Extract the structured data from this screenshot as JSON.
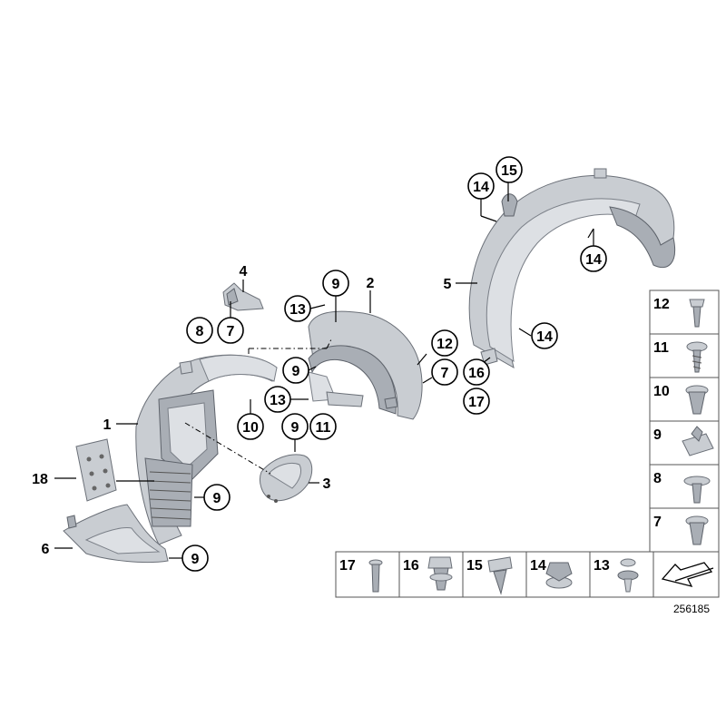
{
  "diagram": {
    "reference_number": "256185",
    "callouts": [
      {
        "id": "c15",
        "label": "15"
      },
      {
        "id": "c14a",
        "label": "14"
      },
      {
        "id": "c14b",
        "label": "14"
      },
      {
        "id": "c14c",
        "label": "14"
      },
      {
        "id": "c9a",
        "label": "9"
      },
      {
        "id": "c13a",
        "label": "13"
      },
      {
        "id": "c8",
        "label": "8"
      },
      {
        "id": "c7a",
        "label": "7"
      },
      {
        "id": "c12",
        "label": "12"
      },
      {
        "id": "c9b",
        "label": "9"
      },
      {
        "id": "c7b",
        "label": "7"
      },
      {
        "id": "c16",
        "label": "16"
      },
      {
        "id": "c13b",
        "label": "13"
      },
      {
        "id": "c17",
        "label": "17"
      },
      {
        "id": "c10",
        "label": "10"
      },
      {
        "id": "c9c",
        "label": "9"
      },
      {
        "id": "c11",
        "label": "11"
      },
      {
        "id": "c9d",
        "label": "9"
      },
      {
        "id": "c9e",
        "label": "9"
      }
    ],
    "plain_labels": [
      {
        "id": "p4",
        "label": "4"
      },
      {
        "id": "p2",
        "label": "2"
      },
      {
        "id": "p5",
        "label": "5"
      },
      {
        "id": "p1",
        "label": "1"
      },
      {
        "id": "p18",
        "label": "18"
      },
      {
        "id": "p3",
        "label": "3"
      },
      {
        "id": "p6",
        "label": "6"
      }
    ],
    "legend_right": [
      "12",
      "11",
      "10",
      "9",
      "8",
      "7"
    ],
    "legend_bottom": [
      "17",
      "16",
      "15",
      "14",
      "13"
    ]
  }
}
